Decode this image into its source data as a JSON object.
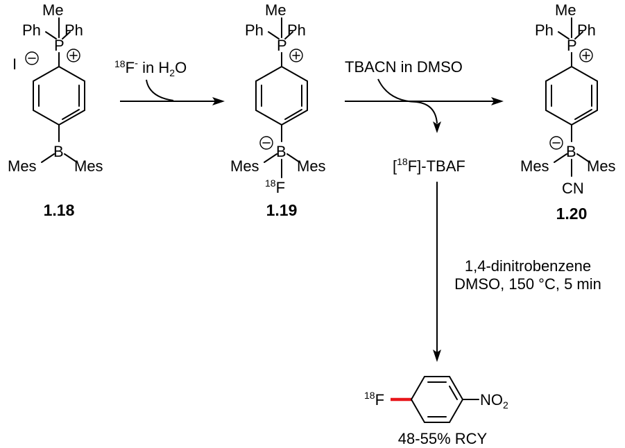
{
  "compounds": [
    {
      "id": "1.18",
      "me": "Me",
      "ph_left": "Ph",
      "ph_right": "Ph",
      "p": "P",
      "b": "B",
      "mes_left": "Mes",
      "mes_right": "Mes",
      "counterion": "I"
    },
    {
      "id": "1.19",
      "me": "Me",
      "ph_left": "Ph",
      "ph_right": "Ph",
      "p": "P",
      "b": "B",
      "mes_left": "Mes",
      "mes_right": "Mes",
      "iso": "18",
      "f": "F"
    },
    {
      "id": "1.20",
      "me": "Me",
      "ph_left": "Ph",
      "ph_right": "Ph",
      "p": "P",
      "b": "B",
      "mes_left": "Mes",
      "mes_right": "Mes",
      "cn": "CN"
    }
  ],
  "step1": {
    "iso": "18",
    "f": "F",
    "charge": "-",
    "text": " in H",
    "sub": "2",
    "tail": "O"
  },
  "step2": {
    "reagent": "TBACN in DMSO"
  },
  "byproduct": {
    "open": "[",
    "iso": "18",
    "f": "F",
    "middle": "]-TBA",
    "f2": "F"
  },
  "step3": {
    "line1": "1,4-dinitrobenzene",
    "line2": "DMSO, 150 °C, 5 min"
  },
  "product": {
    "iso": "18",
    "f": "F",
    "no": "NO",
    "sub": "2",
    "yield": "48-55% RCY"
  },
  "colors": {
    "label_red": "#e8161b",
    "ink": "#000000"
  }
}
